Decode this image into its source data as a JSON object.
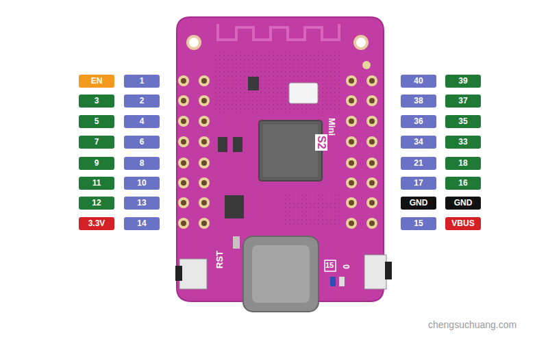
{
  "diagram": {
    "nodes": [
      {
        "text": [
          "EN"
        ]
      },
      {
        "text": [
          "1"
        ]
      },
      {
        "text": [
          "40"
        ]
      },
      {
        "text": [
          "39"
        ]
      },
      {
        "text": [
          "3"
        ]
      },
      {
        "text": [
          "2"
        ]
      },
      {
        "text": [
          "38"
        ]
      },
      {
        "text": [
          "37"
        ]
      },
      {
        "text": [
          "5"
        ]
      },
      {
        "text": [
          "4"
        ]
      },
      {
        "text": [
          "36"
        ]
      },
      {
        "text": [
          "35"
        ]
      },
      {
        "text": [
          "7"
        ]
      },
      {
        "text": [
          "6"
        ]
      },
      {
        "text": [
          "34"
        ]
      },
      {
        "text": [
          "33"
        ]
      },
      {
        "text": [
          "9"
        ]
      },
      {
        "text": [
          "8"
        ]
      },
      {
        "text": [
          "21"
        ]
      },
      {
        "text": [
          "18"
        ]
      },
      {
        "text": [
          "11"
        ]
      },
      {
        "text": [
          "10"
        ]
      },
      {
        "text": [
          "17"
        ]
      },
      {
        "text": [
          "16"
        ]
      },
      {
        "text": [
          "12"
        ]
      },
      {
        "text": [
          "13"
        ]
      },
      {
        "text": [
          "GND"
        ]
      },
      {
        "text": [
          "GND"
        ]
      },
      {
        "text": [
          "3.3V"
        ]
      },
      {
        "text": [
          "14"
        ]
      },
      {
        "text": [
          "15"
        ]
      },
      {
        "text": [
          "VBUS"
        ]
      }
    ],
    "labels": [
      "S2",
      "Mini",
      "RST",
      "15",
      "0",
      "chengsuchuang.com"
    ]
  }
}
